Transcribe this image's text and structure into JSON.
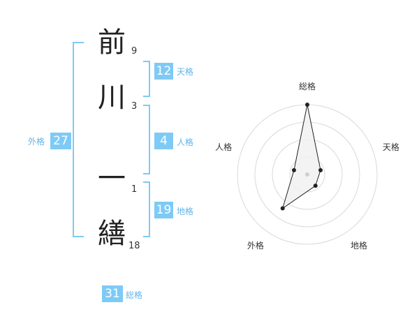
{
  "name_chars": [
    {
      "char": "前",
      "strokes": "9"
    },
    {
      "char": "川",
      "strokes": "3"
    },
    {
      "char": "一",
      "strokes": "1"
    },
    {
      "char": "繕",
      "strokes": "18"
    }
  ],
  "fortunes": {
    "tenkaku": {
      "label": "天格",
      "value": "12"
    },
    "jinkaku": {
      "label": "人格",
      "value": "4"
    },
    "chikaku": {
      "label": "地格",
      "value": "19"
    },
    "gaikaku": {
      "label": "外格",
      "value": "27"
    },
    "soukaku": {
      "label": "総格",
      "value": "31"
    }
  },
  "chart_data": {
    "type": "radar",
    "axes": [
      "総格",
      "天格",
      "地格",
      "外格",
      "人格"
    ],
    "max": 5,
    "rings": 4,
    "values": [
      5,
      1,
      1,
      3,
      1
    ],
    "colors": {
      "ring": "#d9d9d9",
      "fill": "#f1f1f1",
      "line": "#222222",
      "center": "#cfcfcf"
    }
  },
  "colors": {
    "accent": "#7ecaf6",
    "label": "#62b4ea"
  }
}
